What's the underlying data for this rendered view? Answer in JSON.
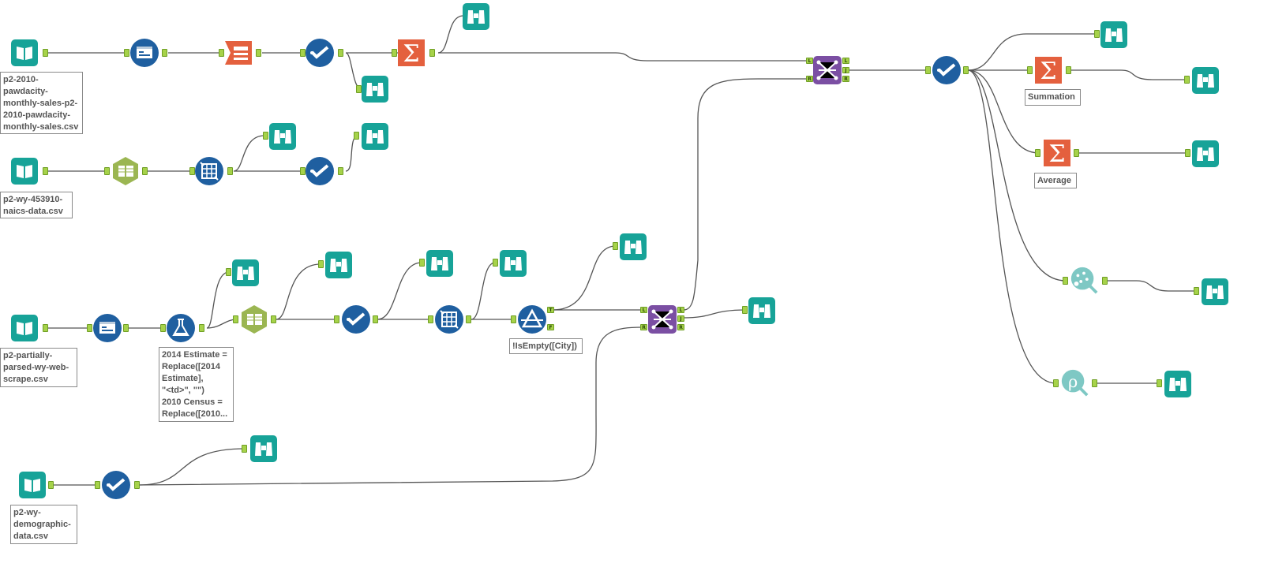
{
  "annotations": {
    "input_monthly_sales": "p2-2010-\npawdacity-\nmonthly-sales-p2-\n2010-pawdacity-\nmonthly-sales.csv",
    "input_naics": "p2-wy-453910-\nnaics-data.csv",
    "input_web_scrape": "p2-partially-\nparsed-wy-web-\nscrape.csv",
    "formula": "2014 Estimate =\nReplace([2014\nEstimate],\n\"<td>\", \"\")\n2010 Census =\nReplace([2010...",
    "filter": "!IsEmpty([City])",
    "input_demographic": "p2-wy-\ndemographic-\ndata.csv",
    "summation": "Summation",
    "average": "Average"
  },
  "ports": {
    "left": "L",
    "join": "J",
    "right": "R",
    "true": "T",
    "false": "F"
  },
  "colors": {
    "input": "#17a398",
    "browse": "#17a398",
    "blue_tool": "#1f5fa0",
    "summarize": "#e4603e",
    "crosstab": "#e4603e",
    "join": "#7b4fa3",
    "text_to_columns": "#9bb652",
    "spatial": "#7ec8c4",
    "port": "#a6d24a",
    "wire": "#555555"
  }
}
